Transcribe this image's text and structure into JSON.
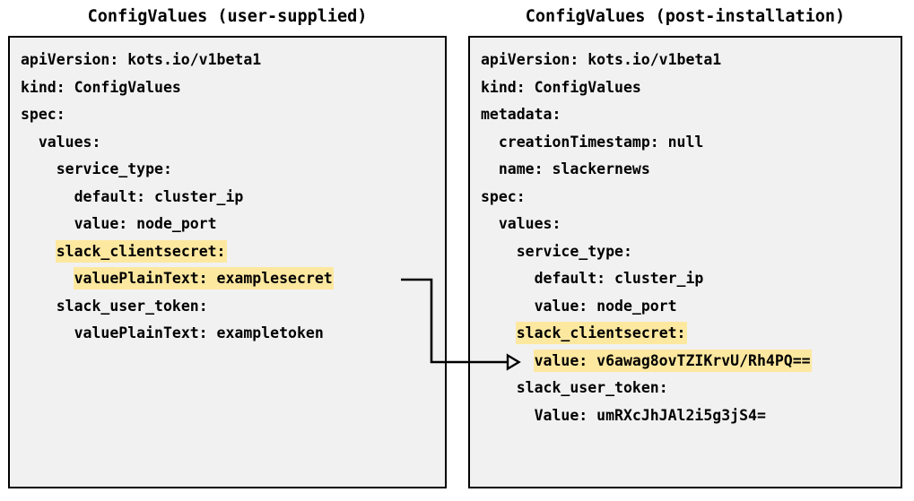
{
  "panels": {
    "left": {
      "title": "ConfigValues (user-supplied)",
      "lines": [
        {
          "text": "apiVersion: kots.io/v1beta1",
          "highlight": false
        },
        {
          "text": "kind: ConfigValues",
          "highlight": false
        },
        {
          "text": "spec:",
          "highlight": false
        },
        {
          "text": "  values:",
          "highlight": false
        },
        {
          "text": "    service_type:",
          "highlight": false
        },
        {
          "text": "      default: cluster_ip",
          "highlight": false
        },
        {
          "text": "      value: node_port",
          "highlight": false
        },
        {
          "text": "    slack_clientsecret:",
          "highlight": true
        },
        {
          "text": "      valuePlainText: examplesecret",
          "highlight": true
        },
        {
          "text": "    slack_user_token:",
          "highlight": false
        },
        {
          "text": "      valuePlainText: exampletoken",
          "highlight": false
        }
      ]
    },
    "right": {
      "title": "ConfigValues (post-installation)",
      "lines": [
        {
          "text": "apiVersion: kots.io/v1beta1",
          "highlight": false
        },
        {
          "text": "kind: ConfigValues",
          "highlight": false
        },
        {
          "text": "metadata:",
          "highlight": false
        },
        {
          "text": "  creationTimestamp: null",
          "highlight": false
        },
        {
          "text": "  name: slackernews",
          "highlight": false
        },
        {
          "text": "spec:",
          "highlight": false
        },
        {
          "text": "  values:",
          "highlight": false
        },
        {
          "text": "    service_type:",
          "highlight": false
        },
        {
          "text": "      default: cluster_ip",
          "highlight": false
        },
        {
          "text": "      value: node_port",
          "highlight": false
        },
        {
          "text": "    slack_clientsecret:",
          "highlight": true
        },
        {
          "text": "      value: v6awag8ovTZIKrvU/Rh4PQ==",
          "highlight": true
        },
        {
          "text": "    slack_user_token:",
          "highlight": false
        },
        {
          "text": "      Value: umRXcJhJAl2i5g3jS4=",
          "highlight": false
        }
      ]
    }
  },
  "connector": {
    "label": "encryption-mapping-arrow",
    "from_line": "      valuePlainText: examplesecret",
    "to_line": "      value: v6awag8ovTZIKrvU/Rh4PQ=="
  },
  "colors": {
    "highlight": "#fde8a0",
    "panel_background": "#f1f1f1",
    "border": "#000000",
    "text": "#000000"
  }
}
